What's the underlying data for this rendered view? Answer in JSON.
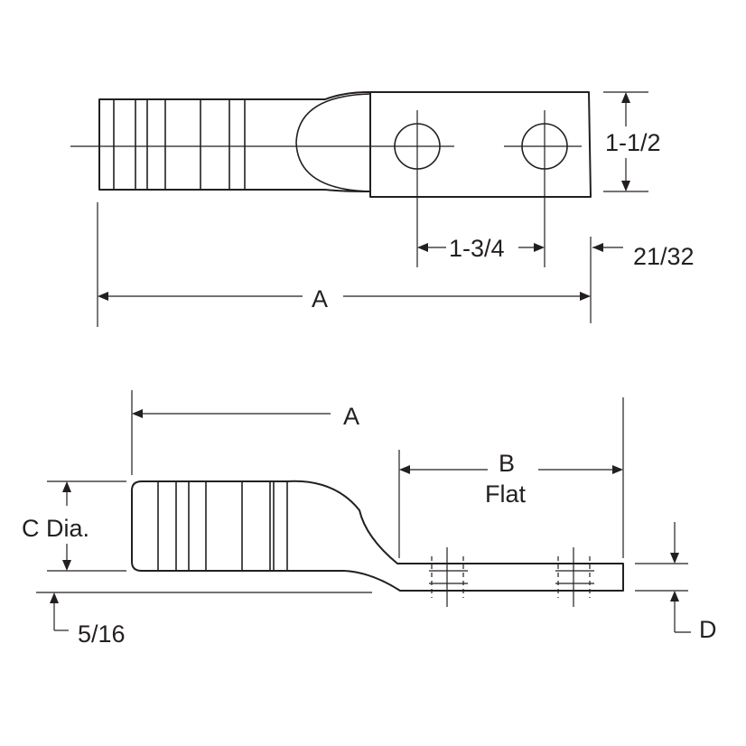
{
  "top_view": {
    "dims": {
      "width": "1-1/2",
      "hole_spacing": "1-3/4",
      "edge": "21/32",
      "overall_length": "A"
    }
  },
  "side_view": {
    "dims": {
      "overall_length": "A",
      "flat": "B",
      "flat_caption": "Flat",
      "barrel_dia": "C Dia.",
      "offset": "5/16",
      "thickness": "D"
    }
  },
  "colors": {
    "line": "#231f20",
    "background": "#ffffff"
  }
}
